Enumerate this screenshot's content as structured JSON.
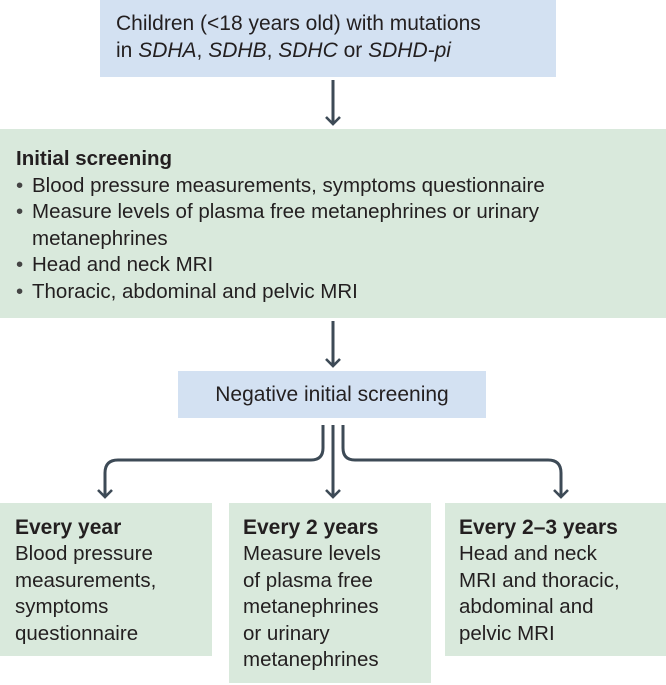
{
  "top": {
    "line1": "Children (<18 years old) with mutations",
    "line2_prefix": "in ",
    "gene1": "SDHA",
    "sep1": ", ",
    "gene2": "SDHB",
    "sep2": ", ",
    "gene3": "SDHC",
    "sep3": " or ",
    "gene4": "SDHD-pi"
  },
  "initial": {
    "heading": "Initial screening",
    "items": [
      "Blood pressure measurements, symptoms questionnaire",
      "Measure levels of plasma free metanephrines or urinary metanephrines",
      "Head and neck MRI",
      "Thoracic, abdominal and pelvic MRI"
    ]
  },
  "negative": {
    "label": "Negative initial screening"
  },
  "branches": [
    {
      "heading": "Every year",
      "lines": [
        "Blood pressure",
        "measurements,",
        "symptoms",
        "questionnaire"
      ]
    },
    {
      "heading": "Every 2 years",
      "lines": [
        "Measure levels",
        "of plasma free",
        "metanephrines",
        "or urinary",
        "metanephrines"
      ]
    },
    {
      "heading": "Every 2–3 years",
      "lines": [
        "Head and neck",
        "MRI and thoracic,",
        "abdominal and",
        "pelvic MRI"
      ]
    }
  ],
  "colors": {
    "blue_box": "#d3e1f2",
    "green_box": "#d9e9dc",
    "arrow": "#3d4a56"
  }
}
